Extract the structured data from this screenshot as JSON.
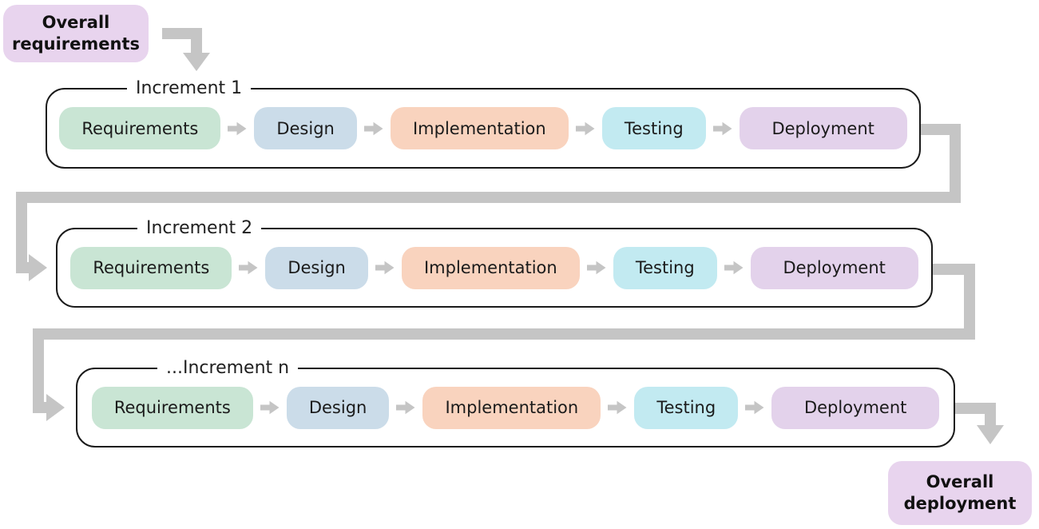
{
  "overall_requirements": {
    "label": "Overall requirements"
  },
  "overall_deployment": {
    "label": "Overall deployment"
  },
  "increments": [
    {
      "label": "Increment 1",
      "stages": [
        {
          "label": "Requirements",
          "color": "#c9e5d4"
        },
        {
          "label": "Design",
          "color": "#cbdce9"
        },
        {
          "label": "Implementation",
          "color": "#f9d3be"
        },
        {
          "label": "Testing",
          "color": "#c2eaf1"
        },
        {
          "label": "Deployment",
          "color": "#e3d2eb"
        }
      ]
    },
    {
      "label": "Increment 2",
      "stages": [
        {
          "label": "Requirements",
          "color": "#c9e5d4"
        },
        {
          "label": "Design",
          "color": "#cbdce9"
        },
        {
          "label": "Implementation",
          "color": "#f9d3be"
        },
        {
          "label": "Testing",
          "color": "#c2eaf1"
        },
        {
          "label": "Deployment",
          "color": "#e3d2eb"
        }
      ]
    },
    {
      "label": "...Increment n",
      "stages": [
        {
          "label": "Requirements",
          "color": "#c9e5d4"
        },
        {
          "label": "Design",
          "color": "#cbdce9"
        },
        {
          "label": "Implementation",
          "color": "#f9d3be"
        },
        {
          "label": "Testing",
          "color": "#c2eaf1"
        },
        {
          "label": "Deployment",
          "color": "#e3d2eb"
        }
      ]
    }
  ],
  "colors": {
    "connector": "#c5c5c5",
    "increment_border": "#1a1a1a",
    "overall_box_fill": "#e8d4ee",
    "background": "#ffffff"
  },
  "icons": {
    "flow_arrow": "right-block-arrow",
    "connector_overall_to_inc1": "elbow-arrow-down",
    "connector_inc1_to_inc2": "elbow-arrow-right",
    "connector_inc2_to_incn": "elbow-arrow-right",
    "connector_incn_to_overall": "elbow-arrow-down"
  }
}
